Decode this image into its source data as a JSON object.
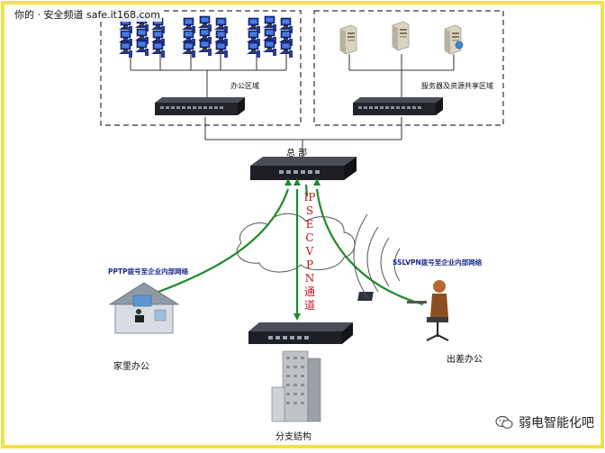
{
  "watermark": "你的 · 安全频道 safe.it168.com",
  "labels": {
    "office_area": "办公区域",
    "server_area": "服务器及资源共享区域",
    "hq": "总 部",
    "tunnel": "IPSECVPN通道",
    "pptp": "PPTP拨号至企业内部网络",
    "sslvpn": "SSLVPN拨号至企业内部网络",
    "home_office": "家里办公",
    "travel_office": "出差办公",
    "branch": "分支结构"
  },
  "footer": {
    "account": "弱电智能化吧"
  },
  "colors": {
    "border": "#f2e14a",
    "link_green": "#1c8a2a",
    "tunnel_red": "#c0141b",
    "label_blue": "#1a2a8a",
    "device": "#2b2d33"
  },
  "icons": [
    "desktop-computer-icon",
    "server-icon",
    "switch-icon",
    "router-icon",
    "cloud-icon",
    "house-icon",
    "laptop-user-icon",
    "building-icon",
    "wifi-signal-icon",
    "wechat-icon"
  ]
}
